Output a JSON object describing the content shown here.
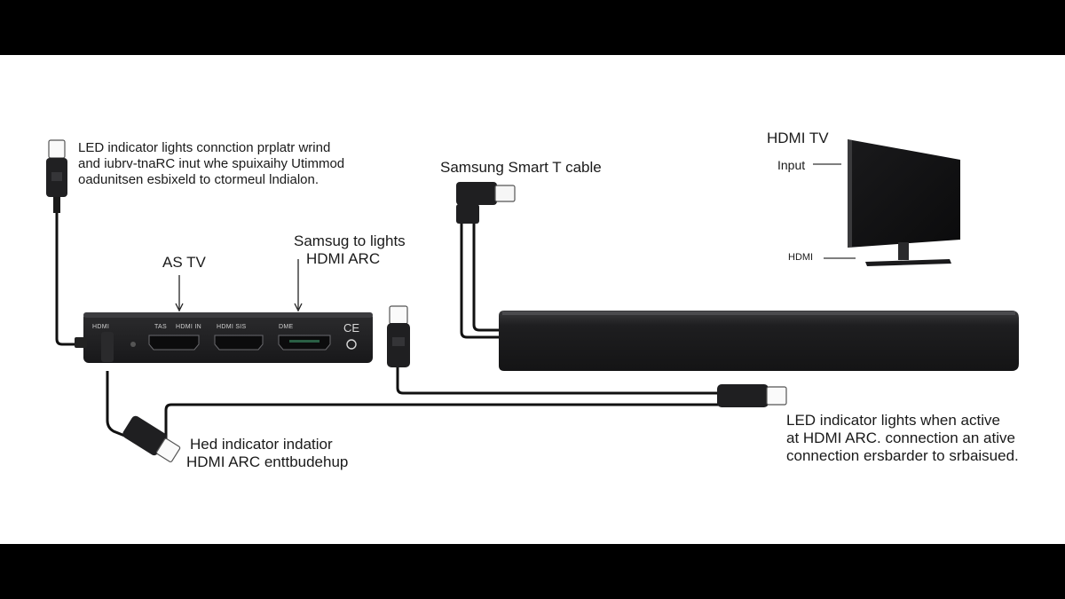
{
  "top_left_note": {
    "line1": "LED indicator lights connction prplatr wrind",
    "line2": "and iubrv-tnaRC inut whe spuixaihy Utimmod",
    "line3": "oadunitsen esbixeld to ctormeul lndialon."
  },
  "cable_label": "Samsung Smart T cable",
  "hdmi_tv": {
    "title": "HDMI TV",
    "input_label": "Input",
    "hdmi_label": "HDMI"
  },
  "as_tv_label": "AS TV",
  "arc_label": {
    "line1": "Samsug to lights",
    "line2": "HDMI ARC"
  },
  "switch_ports": {
    "label0": "HDMI",
    "label1": "TAS",
    "label2": "HDMI IN",
    "label3": "HDMI SIS",
    "label4": "DME",
    "ce_text": "CE"
  },
  "bottom_left_note": {
    "line1": "Hed indicator indatior",
    "line2": "HDMI ARC enttbudehup"
  },
  "bottom_right_note": {
    "line1": "LED indicator lights when active",
    "line2": "at HDMI ARC. connection an ative",
    "line3": "connection ersbarder to srbaisued."
  },
  "colors": {
    "device_body": "#1c1c1e",
    "cable": "#111111",
    "background": "#ffffff",
    "border_band": "#000000"
  }
}
